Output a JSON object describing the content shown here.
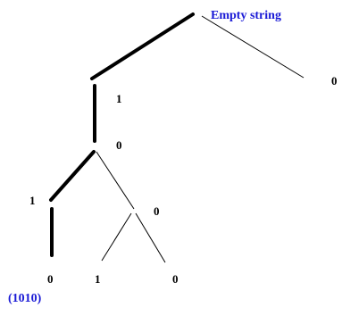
{
  "diagram": {
    "root_label": "Empty string",
    "node_labels": [
      "1",
      "0",
      "1",
      "0",
      "0",
      "1",
      "0",
      "0"
    ],
    "result_label": "(1010)",
    "colors": {
      "highlight_text": "#1a1ad6",
      "edge": "#000000",
      "background": "#ffffff"
    }
  }
}
